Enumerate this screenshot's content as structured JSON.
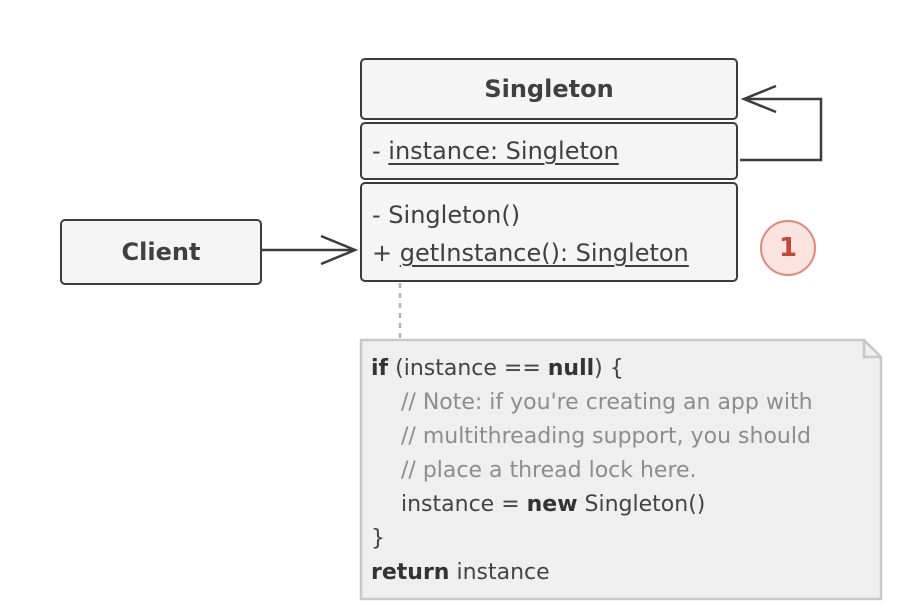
{
  "diagram": {
    "singleton": {
      "name": "Singleton",
      "field_prefix": "- ",
      "field": "instance: Singleton",
      "methods": [
        {
          "prefix": "- ",
          "text": "Singleton()",
          "static": false
        },
        {
          "prefix": "+ ",
          "text": "getInstance(): Singleton",
          "static": true
        }
      ]
    },
    "client": {
      "name": "Client"
    },
    "step_marker": "1",
    "note": {
      "line1": {
        "kw1": "if",
        "t1": " (instance == ",
        "kw2": "null",
        "t2": ") {"
      },
      "comment1": "// Note: if you're creating an app with",
      "comment2": "// multithreading support, you should",
      "comment3": "// place a thread lock here.",
      "assign": {
        "t1": "instance = ",
        "kw": "new",
        "t2": " Singleton()"
      },
      "close_brace": "}",
      "return_line": {
        "kw": "return",
        "t": " instance"
      }
    },
    "colors": {
      "box_fill": "#f5f5f5",
      "box_border": "#3c3c3c",
      "note_fill": "#efefef",
      "note_border": "#c8c8c8",
      "badge_fill": "#fbe3df",
      "badge_border": "#e2877a",
      "badge_text": "#c0473a",
      "comment_text": "#8d8d8d"
    }
  }
}
